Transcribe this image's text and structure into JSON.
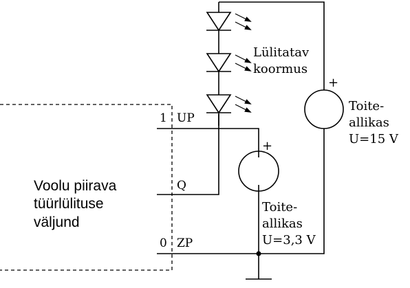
{
  "driver_block": {
    "label_lines": [
      "Voolu piirava",
      "tüürlülituse",
      "väljund"
    ],
    "pins": {
      "up": {
        "number": "1",
        "name": "UP"
      },
      "q": {
        "name": "Q"
      },
      "zp": {
        "number": "0",
        "name": "ZP"
      }
    }
  },
  "load": {
    "label_lines": [
      "Lülitatav",
      "koormus"
    ],
    "led_count": 3
  },
  "supply_small": {
    "polarity": "+",
    "label_lines": [
      "Toite-",
      "allikas",
      "U=3,3 V"
    ]
  },
  "supply_large": {
    "polarity": "+",
    "label_lines": [
      "Toite-",
      "allikas",
      "U=15 V"
    ]
  }
}
